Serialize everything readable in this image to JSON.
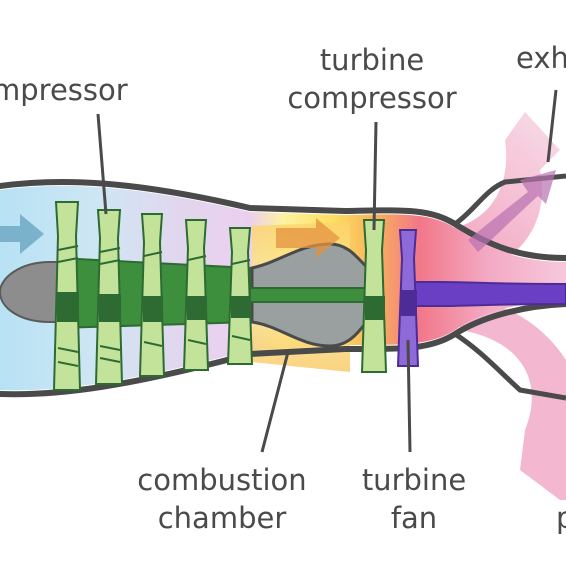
{
  "labels": {
    "compressor": "mpressor",
    "turbine_compressor_line1": "turbine",
    "turbine_compressor_line2": "compressor",
    "exhaust": "exh",
    "combustion_line1": "combustion",
    "combustion_line2": "chamber",
    "turbine_fan_line1": "turbine",
    "turbine_fan_line2": "fan",
    "exhaust_bottom": "p"
  },
  "colors": {
    "intake": "#bfe3f2",
    "compressor_zone": "#d9d7f0",
    "combustion_yellow": "#fde267",
    "combustion_orange": "#f7a54a",
    "exhaust_red": "#f15a6b",
    "exhaust_pink": "#f2b5cf",
    "shaft_green": "#3d8f3d",
    "blade_light": "#c3e39a",
    "blade_dark": "#2d6b33",
    "fan_shaft_purple": "#6a3fc4",
    "casing": "#4a4a4a",
    "spinner": "#8d8d8d"
  }
}
